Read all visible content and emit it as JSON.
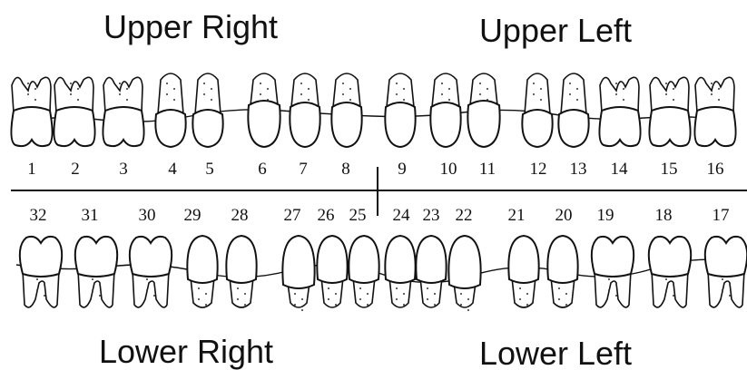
{
  "quadrants": {
    "upper_right": "Upper Right",
    "upper_left": "Upper Left",
    "lower_right": "Lower Right",
    "lower_left": "Lower Left"
  },
  "upper_teeth": [
    {
      "num": "1",
      "kind": "molar"
    },
    {
      "num": "2",
      "kind": "molar"
    },
    {
      "num": "3",
      "kind": "molar"
    },
    {
      "num": "4",
      "kind": "premolar"
    },
    {
      "num": "5",
      "kind": "premolar"
    },
    {
      "num": "6",
      "kind": "canine"
    },
    {
      "num": "7",
      "kind": "incisor"
    },
    {
      "num": "8",
      "kind": "incisor"
    },
    {
      "num": "9",
      "kind": "incisor"
    },
    {
      "num": "10",
      "kind": "incisor"
    },
    {
      "num": "11",
      "kind": "canine"
    },
    {
      "num": "12",
      "kind": "premolar"
    },
    {
      "num": "13",
      "kind": "premolar"
    },
    {
      "num": "14",
      "kind": "molar"
    },
    {
      "num": "15",
      "kind": "molar"
    },
    {
      "num": "16",
      "kind": "molar"
    }
  ],
  "lower_teeth": [
    {
      "num": "32",
      "kind": "molar"
    },
    {
      "num": "31",
      "kind": "molar"
    },
    {
      "num": "30",
      "kind": "molar"
    },
    {
      "num": "29",
      "kind": "premolar"
    },
    {
      "num": "28",
      "kind": "premolar"
    },
    {
      "num": "27",
      "kind": "canine"
    },
    {
      "num": "26",
      "kind": "incisor"
    },
    {
      "num": "25",
      "kind": "incisor"
    },
    {
      "num": "24",
      "kind": "incisor"
    },
    {
      "num": "23",
      "kind": "incisor"
    },
    {
      "num": "22",
      "kind": "canine"
    },
    {
      "num": "21",
      "kind": "premolar"
    },
    {
      "num": "20",
      "kind": "premolar"
    },
    {
      "num": "19",
      "kind": "molar"
    },
    {
      "num": "18",
      "kind": "molar"
    },
    {
      "num": "17",
      "kind": "molar"
    }
  ]
}
